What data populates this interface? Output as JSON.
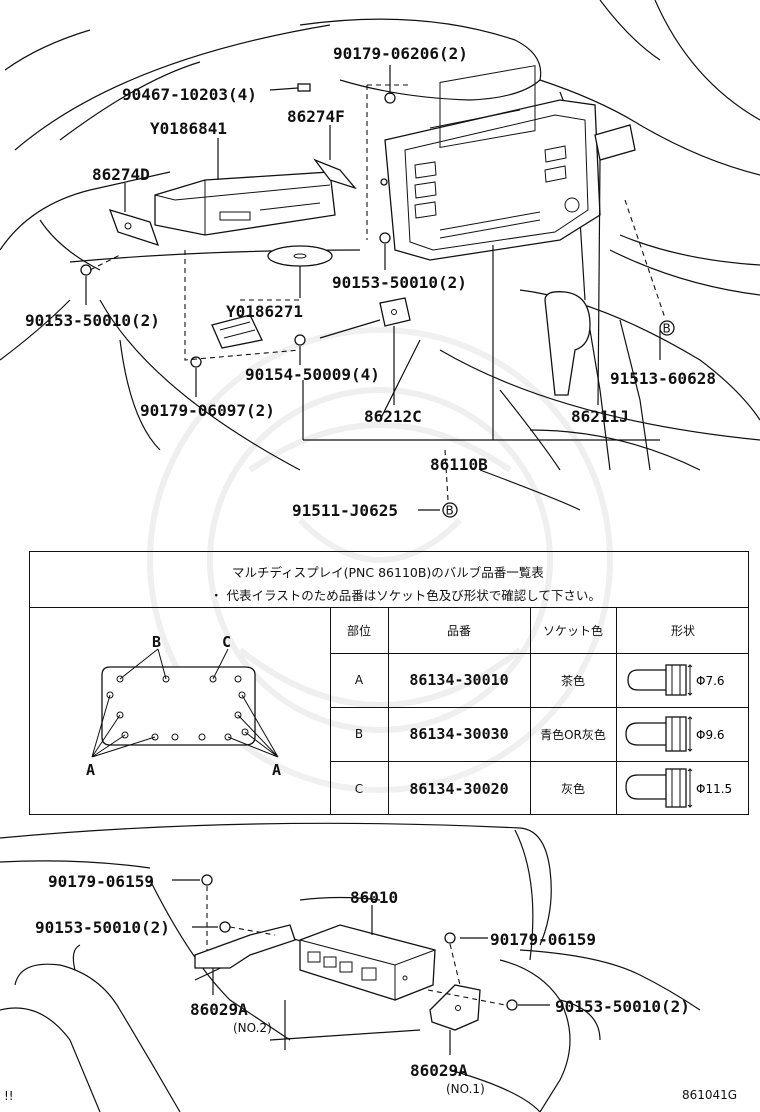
{
  "top_labels": {
    "p90179_06206": "90179-06206(2)",
    "p90467_10203": "90467-10203(4)",
    "y0186841": "Y0186841",
    "p86274f": "86274F",
    "p86274d": "86274D",
    "p90153_50010_a": "90153-50010(2)",
    "p90153_50010_b": "90153-50010(2)",
    "y0186271": "Y0186271",
    "p90154_50009": "90154-50009(4)",
    "p90179_06097": "90179-06097(2)",
    "p86212c": "86212C",
    "p86211j": "86211J",
    "p91513_60628": "91513-60628",
    "p86110b": "86110B",
    "p91511_j0625": "91511-J0625",
    "mark_b": "B"
  },
  "table": {
    "title_line1": "マルチディスプレイ(PNC 86110B)のバルブ品番一覧表",
    "title_line2": "・ 代表イラストのため品番はソケット色及び形状で確認して下さい。",
    "headers": {
      "position": "部位",
      "part_number": "品番",
      "socket_color": "ソケット色",
      "shape": "形状"
    },
    "diagram_labels": {
      "a_left": "A",
      "a_right": "A",
      "b": "B",
      "c": "C"
    },
    "rows": [
      {
        "position": "A",
        "part_number": "86134-30010",
        "socket_color": "茶色",
        "diameter": "Φ7.6"
      },
      {
        "position": "B",
        "part_number": "86134-30030",
        "socket_color": "青色OR灰色",
        "diameter": "Φ9.6"
      },
      {
        "position": "C",
        "part_number": "86134-30020",
        "socket_color": "灰色",
        "diameter": "Φ11.5"
      }
    ]
  },
  "bottom_labels": {
    "p90179_06159_a": "90179-06159",
    "p90153_50010_c": "90153-50010(2)",
    "p86010": "86010",
    "p90179_06159_b": "90179-06159",
    "p86029a_no2": "86029A",
    "no2": "(NO.2)",
    "p90153_50010_d": "90153-50010(2)",
    "p86029a_no1": "86029A",
    "no1": "(NO.1)",
    "figure_id": "861041G",
    "corner_mark": "!!"
  }
}
